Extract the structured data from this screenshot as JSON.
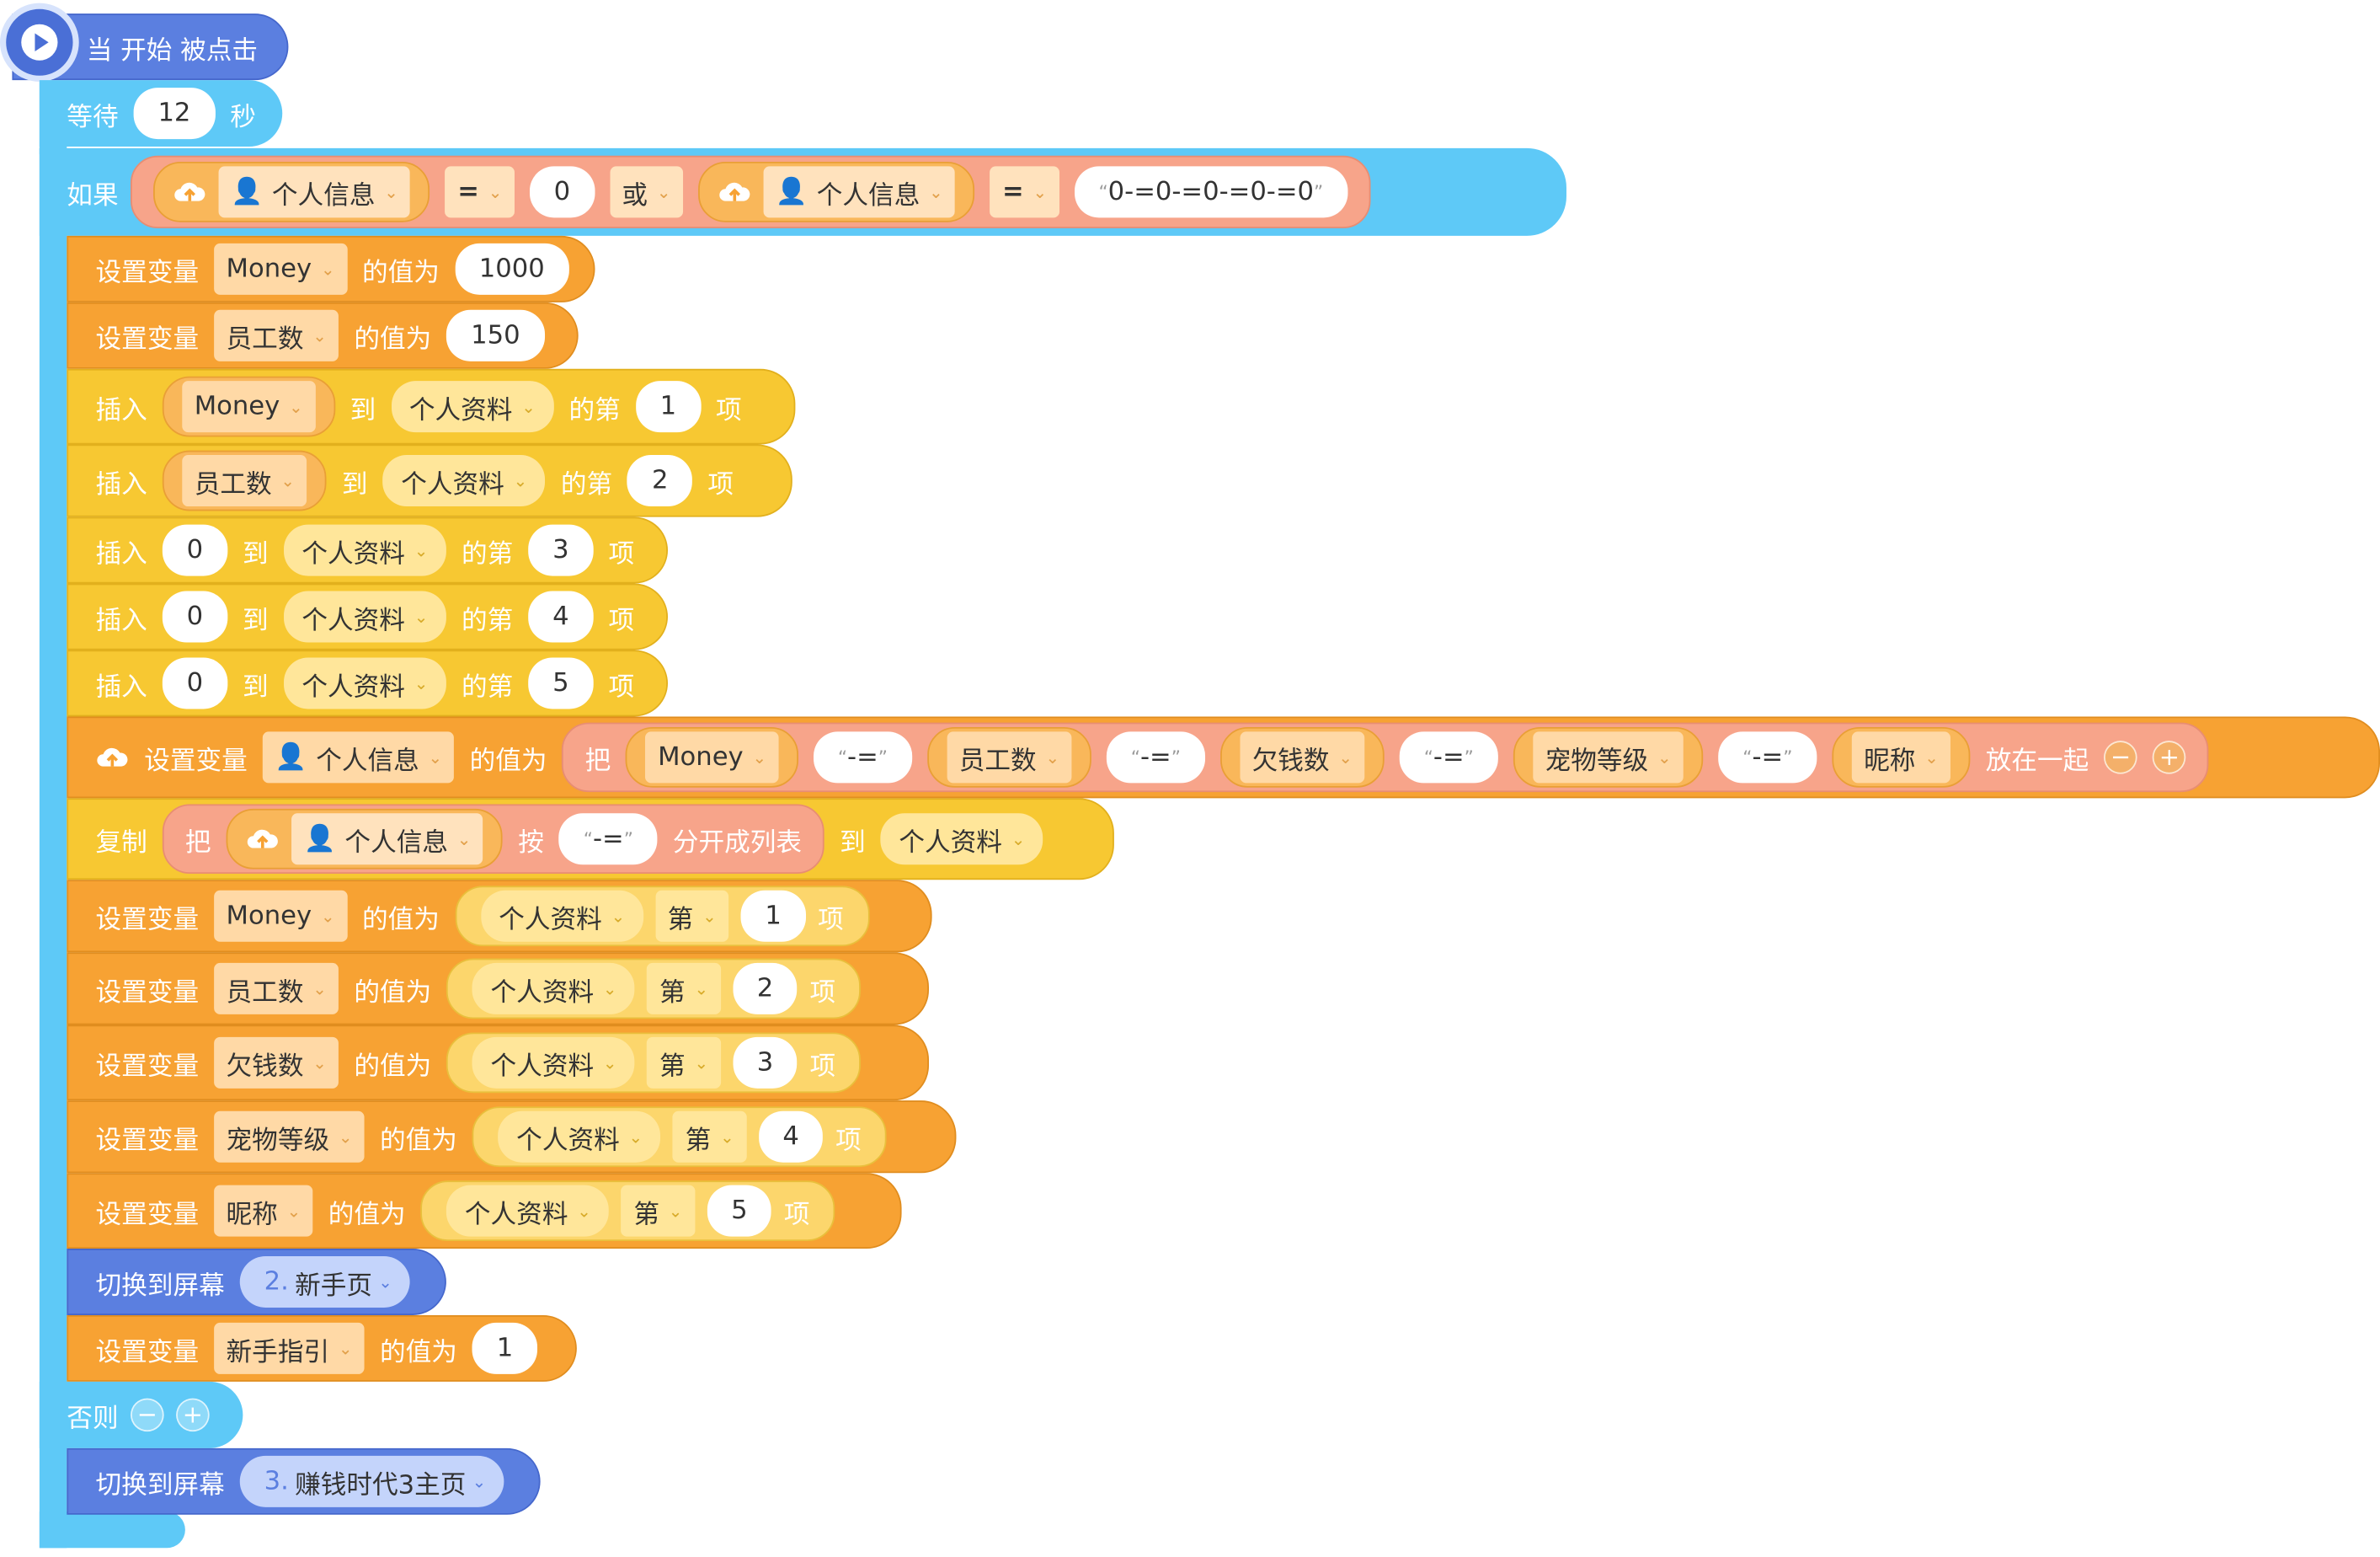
{
  "hat": {
    "label": "当 开始 被点击"
  },
  "wait": {
    "label": "等待",
    "value": "12",
    "unit": "秒"
  },
  "if_block": {
    "label": "如果",
    "cond_left": {
      "var": "个人信息",
      "op": "=",
      "value": "0"
    },
    "logic_op": "或",
    "cond_right": {
      "var": "个人信息",
      "op": "=",
      "value": "0-=0-=0-=0-=0"
    }
  },
  "set1": {
    "label": "设置变量",
    "var": "Money",
    "mid": "的值为",
    "value": "1000"
  },
  "set2": {
    "label": "设置变量",
    "var": "员工数",
    "mid": "的值为",
    "value": "150"
  },
  "ins1": {
    "label": "插入",
    "item": "Money",
    "to": "到",
    "list": "个人资料",
    "nth": "的第",
    "index": "1",
    "suffix": "项"
  },
  "ins2": {
    "label": "插入",
    "item": "员工数",
    "to": "到",
    "list": "个人资料",
    "nth": "的第",
    "index": "2",
    "suffix": "项"
  },
  "ins3": {
    "label": "插入",
    "value": "0",
    "to": "到",
    "list": "个人资料",
    "nth": "的第",
    "index": "3",
    "suffix": "项"
  },
  "ins4": {
    "label": "插入",
    "value": "0",
    "to": "到",
    "list": "个人资料",
    "nth": "的第",
    "index": "4",
    "suffix": "项"
  },
  "ins5": {
    "label": "插入",
    "value": "0",
    "to": "到",
    "list": "个人资料",
    "nth": "的第",
    "index": "5",
    "suffix": "项"
  },
  "cloud_set": {
    "label": "设置变量",
    "var": "个人信息",
    "mid": "的值为",
    "join_label": "把",
    "parts": [
      "Money",
      "-=",
      "员工数",
      "-=",
      "欠钱数",
      "-=",
      "宠物等级",
      "-=",
      "昵称"
    ],
    "join_end": "放在一起",
    "minus": "−",
    "plus": "+"
  },
  "copy": {
    "label": "复制",
    "join_label": "把",
    "var": "个人信息",
    "by": "按",
    "sep": "-=",
    "split": "分开成列表",
    "to": "到",
    "list": "个人资料"
  },
  "get1": {
    "label": "设置变量",
    "var": "Money",
    "mid": "的值为",
    "list": "个人资料",
    "nth": "第",
    "index": "1",
    "suffix": "项"
  },
  "get2": {
    "label": "设置变量",
    "var": "员工数",
    "mid": "的值为",
    "list": "个人资料",
    "nth": "第",
    "index": "2",
    "suffix": "项"
  },
  "get3": {
    "label": "设置变量",
    "var": "欠钱数",
    "mid": "的值为",
    "list": "个人资料",
    "nth": "第",
    "index": "3",
    "suffix": "项"
  },
  "get4": {
    "label": "设置变量",
    "var": "宠物等级",
    "mid": "的值为",
    "list": "个人资料",
    "nth": "第",
    "index": "4",
    "suffix": "项"
  },
  "get5": {
    "label": "设置变量",
    "var": "昵称",
    "mid": "的值为",
    "list": "个人资料",
    "nth": "第",
    "index": "5",
    "suffix": "项"
  },
  "switch1": {
    "label": "切换到屏幕",
    "num": "2.",
    "screen": "新手页"
  },
  "set_guide": {
    "label": "设置变量",
    "var": "新手指引",
    "mid": "的值为",
    "value": "1"
  },
  "else": {
    "label": "否则",
    "minus": "−",
    "plus": "+"
  },
  "switch2": {
    "label": "切换到屏幕",
    "num": "3.",
    "screen": "赚钱时代3主页"
  },
  "colors": {
    "variable": "#f7a233",
    "list": "#f7c832",
    "control": "#5ec9f7",
    "navigation": "#5b7fe0",
    "operator": "#f7a48a"
  }
}
